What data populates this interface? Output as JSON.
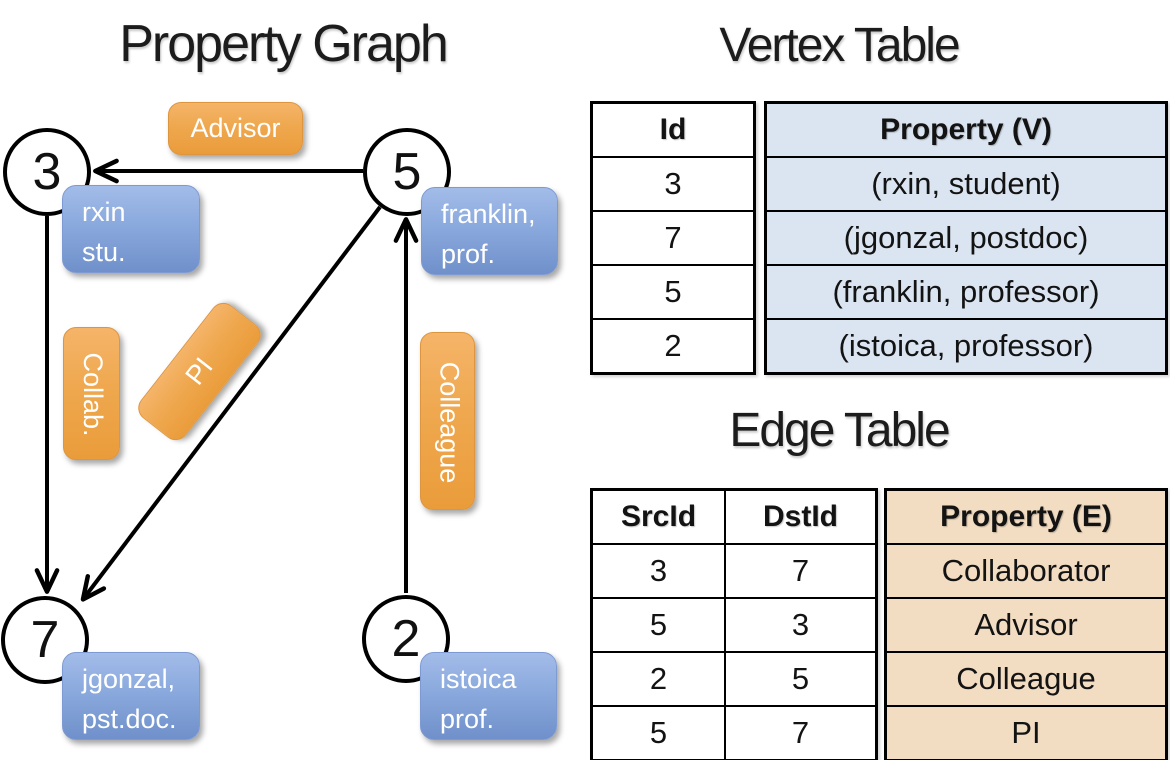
{
  "graph": {
    "title": "Property Graph",
    "nodes": [
      {
        "id": "3",
        "line1": "rxin",
        "line2": "stu."
      },
      {
        "id": "5",
        "line1": "franklin,",
        "line2": "prof."
      },
      {
        "id": "7",
        "line1": "jgonzal,",
        "line2": "pst.doc."
      },
      {
        "id": "2",
        "line1": "istoica",
        "line2": "prof."
      }
    ],
    "edge_labels": {
      "advisor": "Advisor",
      "collab": "Collab.",
      "pi": "PI",
      "colleague": "Colleague"
    }
  },
  "vertex_table": {
    "title": "Vertex Table",
    "col_id": "Id",
    "col_prop": "Property (V)",
    "rows": [
      {
        "id": "3",
        "prop": "(rxin, student)"
      },
      {
        "id": "7",
        "prop": "(jgonzal, postdoc)"
      },
      {
        "id": "5",
        "prop": "(franklin, professor)"
      },
      {
        "id": "2",
        "prop": "(istoica, professor)"
      }
    ]
  },
  "edge_table": {
    "title": "Edge Table",
    "col_src": "SrcId",
    "col_dst": "DstId",
    "col_prop": "Property (E)",
    "rows": [
      {
        "src": "3",
        "dst": "7",
        "prop": "Collaborator"
      },
      {
        "src": "5",
        "dst": "3",
        "prop": "Advisor"
      },
      {
        "src": "2",
        "dst": "5",
        "prop": "Colleague"
      },
      {
        "src": "5",
        "dst": "7",
        "prop": "PI"
      }
    ]
  },
  "colors": {
    "vertex_table_fill": "#dbe5f1",
    "edge_table_fill": "#f2dcc2",
    "node_box_blue": "#7e9cd4",
    "edge_label_orange": "#eea44c",
    "line_black": "#000000"
  }
}
